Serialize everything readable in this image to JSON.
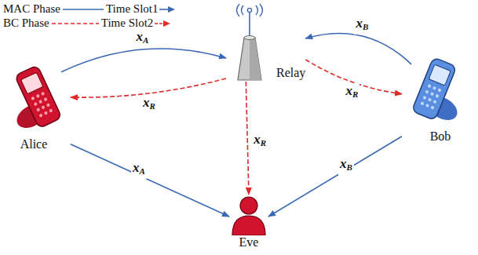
{
  "diagram": {
    "nodes": [
      {
        "text": [
          "Alice"
        ]
      },
      {
        "text": [
          "Relay"
        ]
      },
      {
        "text": [
          "Bob"
        ]
      },
      {
        "text": [
          "Eve"
        ]
      }
    ],
    "edges": [
      {
        "from": 0,
        "to": 1,
        "label": "xA",
        "arrow": "to"
      },
      {
        "from": 2,
        "to": 1,
        "label": "xB",
        "arrow": "to"
      },
      {
        "from": 1,
        "to": 0,
        "label": "xR",
        "arrow": "to"
      },
      {
        "from": 1,
        "to": 2,
        "label": "xR",
        "arrow": "to"
      },
      {
        "from": 0,
        "to": 3,
        "label": "xA",
        "arrow": "to"
      },
      {
        "from": 1,
        "to": 3,
        "label": "xR",
        "arrow": "to"
      },
      {
        "from": 2,
        "to": 3,
        "label": "xB",
        "arrow": "to"
      }
    ],
    "labels": [
      "Time Slot1",
      "Time Slot2"
    ],
    "legend": [
      {
        "text": "MAC Phase"
      },
      {
        "text": "BC Phase"
      }
    ]
  }
}
